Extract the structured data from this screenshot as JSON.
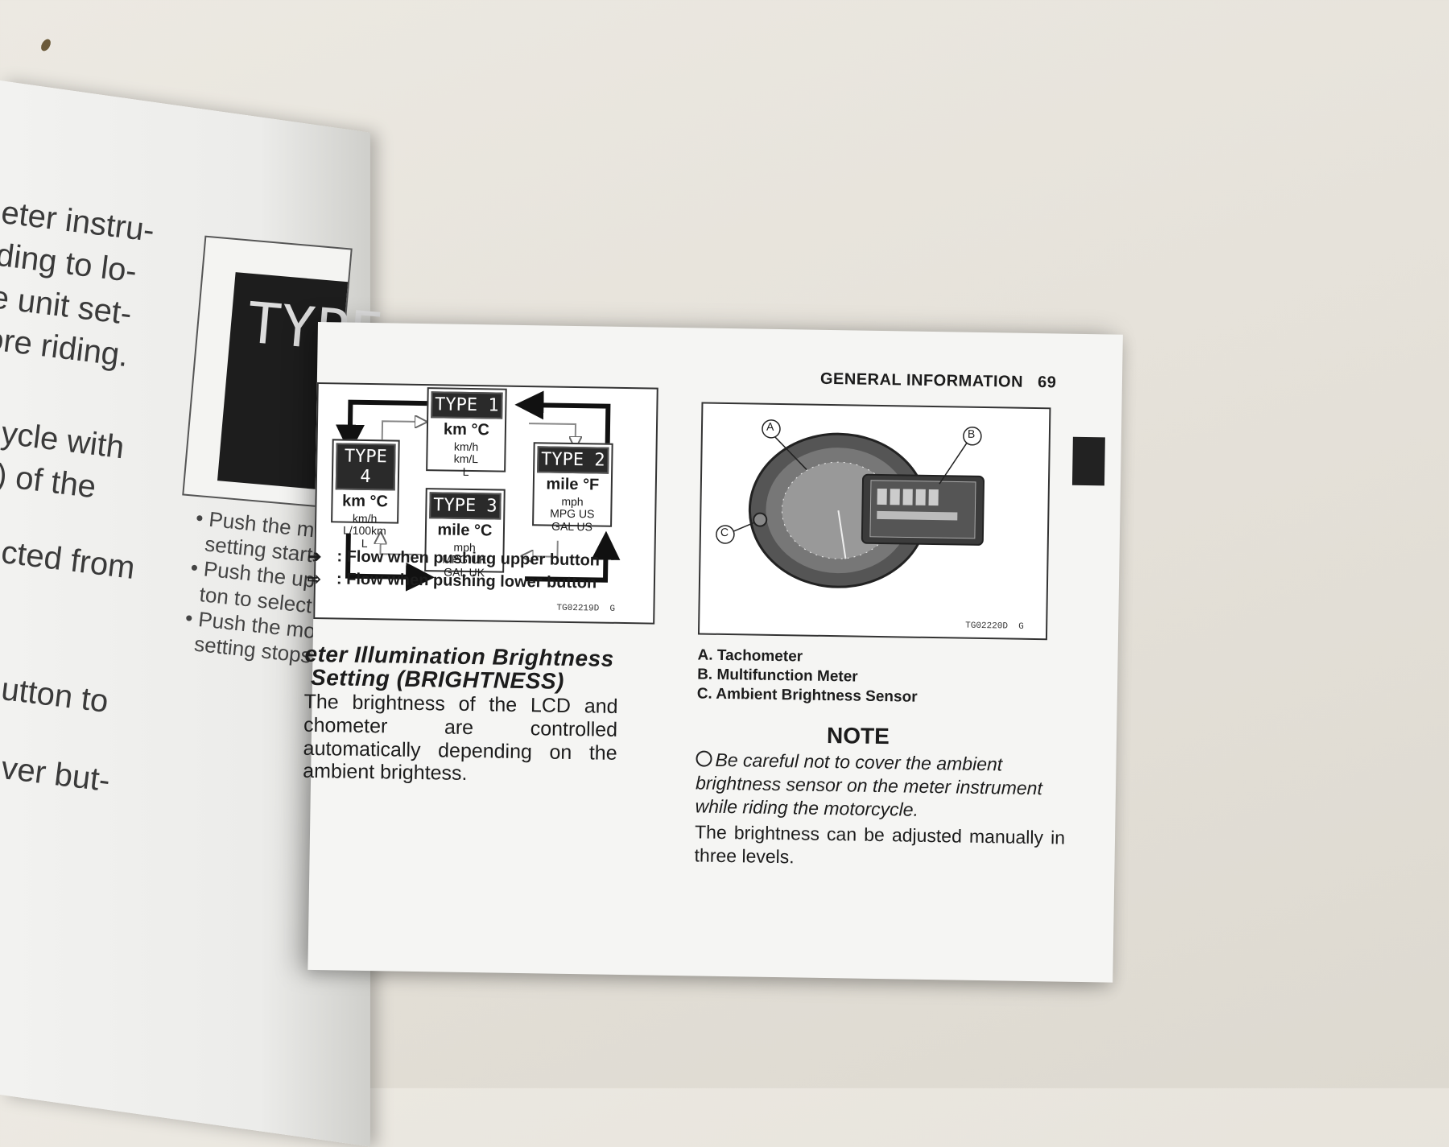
{
  "left_page": {
    "lines": [
      "eter instru-",
      "ding to lo-",
      "e unit set-",
      "ore riding.",
      "ycle with",
      ") of the",
      "cted from",
      "utton to",
      "ver but-"
    ],
    "inner_bullets": [
      "Push the mode b",
      "setting starts blin",
      "Push the upper",
      "ton to select the",
      "Push the mode",
      "setting stops blin"
    ],
    "type_box_text": "TYPE"
  },
  "header": {
    "section": "GENERAL INFORMATION",
    "page_number": "69"
  },
  "figure1": {
    "code": "TG02219D",
    "code_suffix": "G",
    "types": [
      {
        "id": "type1",
        "label": "TYPE 1",
        "big": "km   °C",
        "small": [
          "km/h",
          "km/L",
          "L"
        ]
      },
      {
        "id": "type2",
        "label": "TYPE 2",
        "big": "mile   °F",
        "small": [
          "mph",
          "MPG US",
          "GAL US"
        ]
      },
      {
        "id": "type3",
        "label": "TYPE 3",
        "big": "mile   °C",
        "small": [
          "mph",
          "MPG UK",
          "GAL UK"
        ]
      },
      {
        "id": "type4",
        "label": "TYPE 4",
        "big": "km   °C",
        "small": [
          "km/h",
          "L/100km",
          "L"
        ]
      }
    ],
    "legend": [
      {
        "arrow": "➔",
        "text": ": Flow when pushing upper button"
      },
      {
        "arrow": "⇨",
        "text": ": Flow when pushing lower button"
      }
    ]
  },
  "figure2": {
    "code": "TG02220D",
    "code_suffix": "G",
    "callouts": [
      "A",
      "B",
      "C"
    ],
    "captions": [
      "A. Tachometer",
      "B. Multifunction Meter",
      "C. Ambient Brightness Sensor"
    ]
  },
  "section_title_lines": [
    "eter Illumination Brightness",
    "Setting (BRIGHTNESS)"
  ],
  "body_left": "The brightness of the LCD and chometer are controlled automatically depending on the ambient brightess.",
  "note": {
    "title": "NOTE",
    "text": "Be careful not to cover the ambient brightness sensor on the meter instrument while riding the motorcycle."
  },
  "body_right": "The brightness can be adjusted manually in three levels.",
  "colors": {
    "paper": "#f5f5f3",
    "ink": "#1c1c1c",
    "background": "#e6e2da"
  }
}
